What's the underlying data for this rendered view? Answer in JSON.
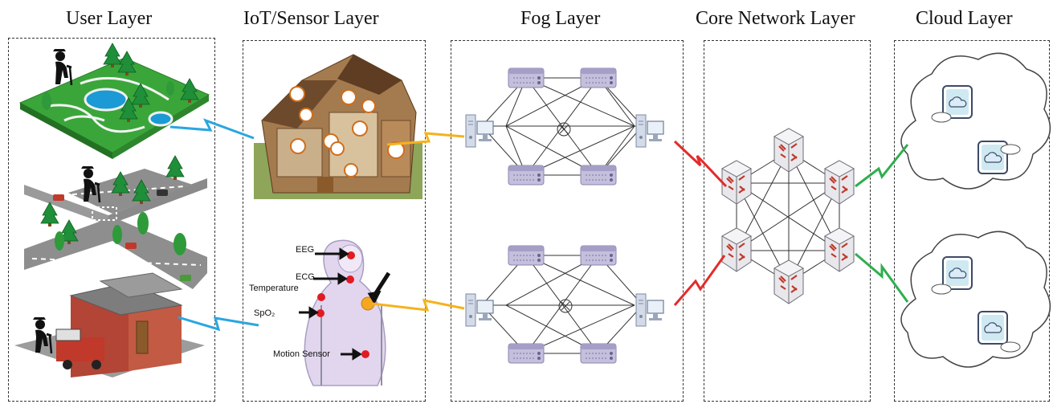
{
  "layers": [
    {
      "title": "User Layer"
    },
    {
      "title": "IoT/Sensor Layer"
    },
    {
      "title": "Fog Layer"
    },
    {
      "title": "Core Network Layer"
    },
    {
      "title": "Cloud Layer"
    }
  ],
  "sensors": {
    "eeg": "EEG",
    "ecg": "ECG",
    "temperature": "Temperature",
    "spo2": "SpO₂",
    "motion": "Motion Sensor"
  },
  "colors": {
    "link_user_iot": "#29a6e0",
    "link_iot_fog": "#f5b21d",
    "link_fog_core": "#e32b2b",
    "link_core_cloud": "#2fae4e",
    "grass": "#3aa63a",
    "server": "#b9b3d4",
    "router_mark": "#c0392b",
    "cloud_tile": "#cfe9f2"
  }
}
